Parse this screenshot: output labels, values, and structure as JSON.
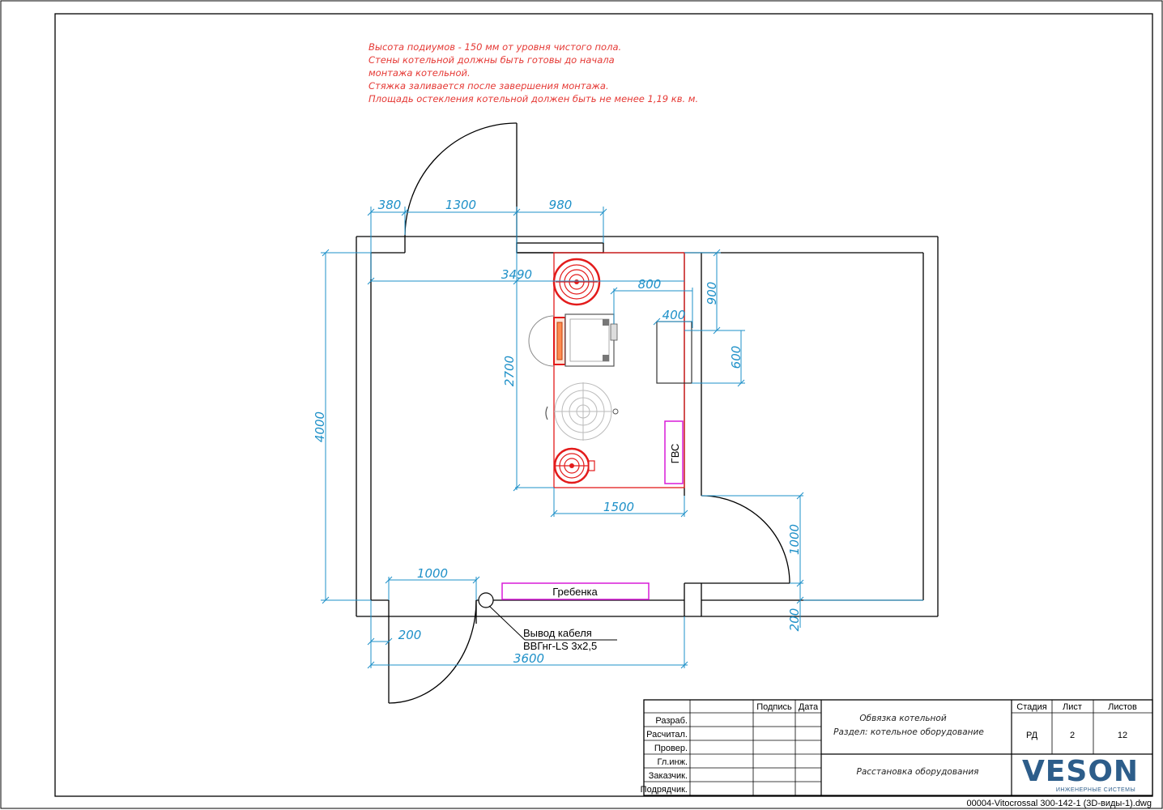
{
  "notes": [
    "Высота подиумов - 150 мм от уровня чистого пола.",
    "Стены котельной должны быть готовы до начала",
    "монтажа котельной.",
    "Стяжка заливается после завершения монтажа.",
    "Площадь остекления котельной должен быть не менее  1,19 кв. м."
  ],
  "dimensions": {
    "d380": "380",
    "d1300": "1300",
    "d980": "980",
    "d3490": "3490",
    "d800": "800",
    "d400": "400",
    "d900": "900",
    "d600": "600",
    "d2700": "2700",
    "d4000": "4000",
    "d1500": "1500",
    "d1000_right": "1000",
    "d1000_bottom": "1000",
    "d200_left": "200",
    "d200_right": "200",
    "d3600": "3600"
  },
  "labels": {
    "gvs": "ГВС",
    "manifold": "Гребенка",
    "cable_line1": "Вывод кабеля",
    "cable_line2": "ВВГнг-LS 3x2,5"
  },
  "title_block": {
    "col_headers": [
      "Подпись",
      "Дата"
    ],
    "roles": [
      "Разраб.",
      "Расчитал.",
      "Провер.",
      "Гл.инж.",
      "Заказчик.",
      "Подрядчик."
    ],
    "project_line1": "Обвязка котельной",
    "project_line2": "Раздел: котельное оборудование",
    "sheet_title": "Расстановка оборудования",
    "stage_header": "Стадия",
    "sheet_header": "Лист",
    "sheets_header": "Листов",
    "stage": "РД",
    "sheet": "2",
    "sheets": "12",
    "logo_text": "VESON",
    "logo_sub": "ИНЖЕНЕРНЫЕ СИСТЕМЫ"
  },
  "filename": "00004-Vitocrossal 300-142-1 (3D-виды-1).dwg",
  "colors": {
    "dimension": "#1e90c8",
    "equipment": "#e31b1b",
    "notes": "#e53935",
    "highlight": "#d81bd8",
    "logo": "#2d5d8a"
  }
}
